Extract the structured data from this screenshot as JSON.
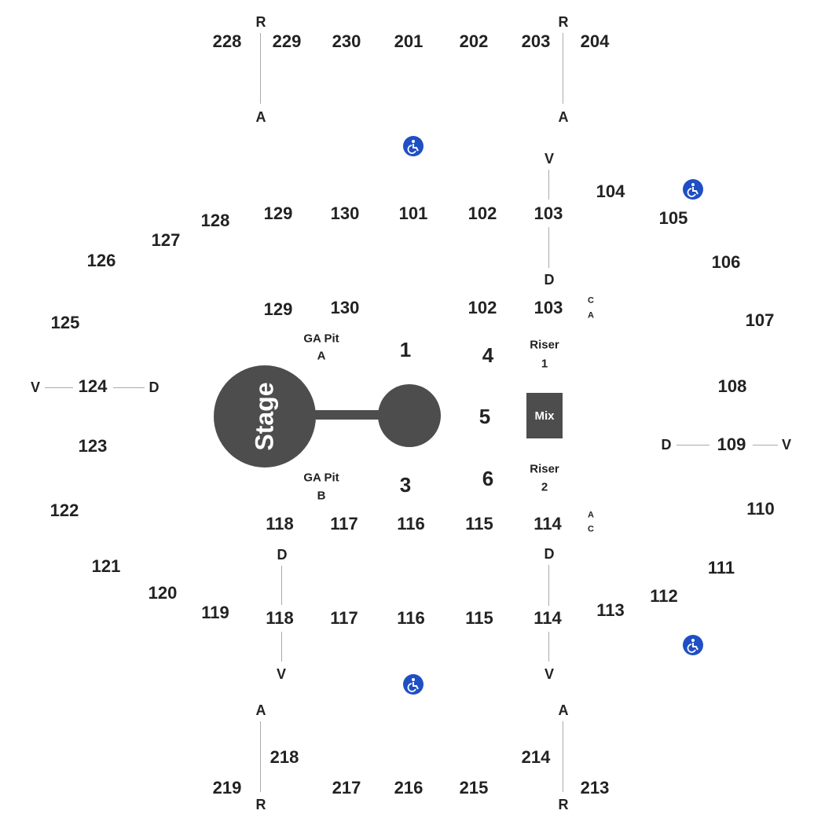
{
  "stage": {
    "label": "Stage"
  },
  "mix": {
    "label": "Mix"
  },
  "upper_level": {
    "left_top": [
      "228",
      "229",
      "230"
    ],
    "center_top": [
      "201",
      "202",
      "203",
      "204"
    ],
    "bottom": [
      "219",
      "218",
      "217",
      "216",
      "215",
      "214",
      "213"
    ]
  },
  "lower_level": {
    "back": [
      "129",
      "130",
      "101",
      "102",
      "103"
    ],
    "back_front": [
      "129",
      "130",
      "102",
      "103"
    ],
    "right_side": [
      "104",
      "105",
      "106",
      "107",
      "108",
      "109",
      "110",
      "111",
      "112",
      "113"
    ],
    "left_side": [
      "128",
      "127",
      "126",
      "125",
      "124",
      "123",
      "122",
      "121",
      "120",
      "119"
    ],
    "front_row": [
      "118",
      "117",
      "116",
      "115",
      "114"
    ],
    "front_back": [
      "118",
      "117",
      "116",
      "115",
      "114"
    ]
  },
  "floor": {
    "sections": [
      "1",
      "4",
      "5",
      "3",
      "6"
    ],
    "ga_pit_a": [
      "GA Pit",
      "A"
    ],
    "ga_pit_b": [
      "GA Pit",
      "B"
    ],
    "riser_1": [
      "Riser",
      "1"
    ],
    "riser_2": [
      "Riser",
      "2"
    ]
  },
  "row_markers": {
    "R": "R",
    "A": "A",
    "V": "V",
    "D": "D",
    "C": "C"
  },
  "icons": {
    "accessible": "wheelchair-icon",
    "accessible_color": "#1f4fc4",
    "stage_color": "#4d4d4d"
  }
}
